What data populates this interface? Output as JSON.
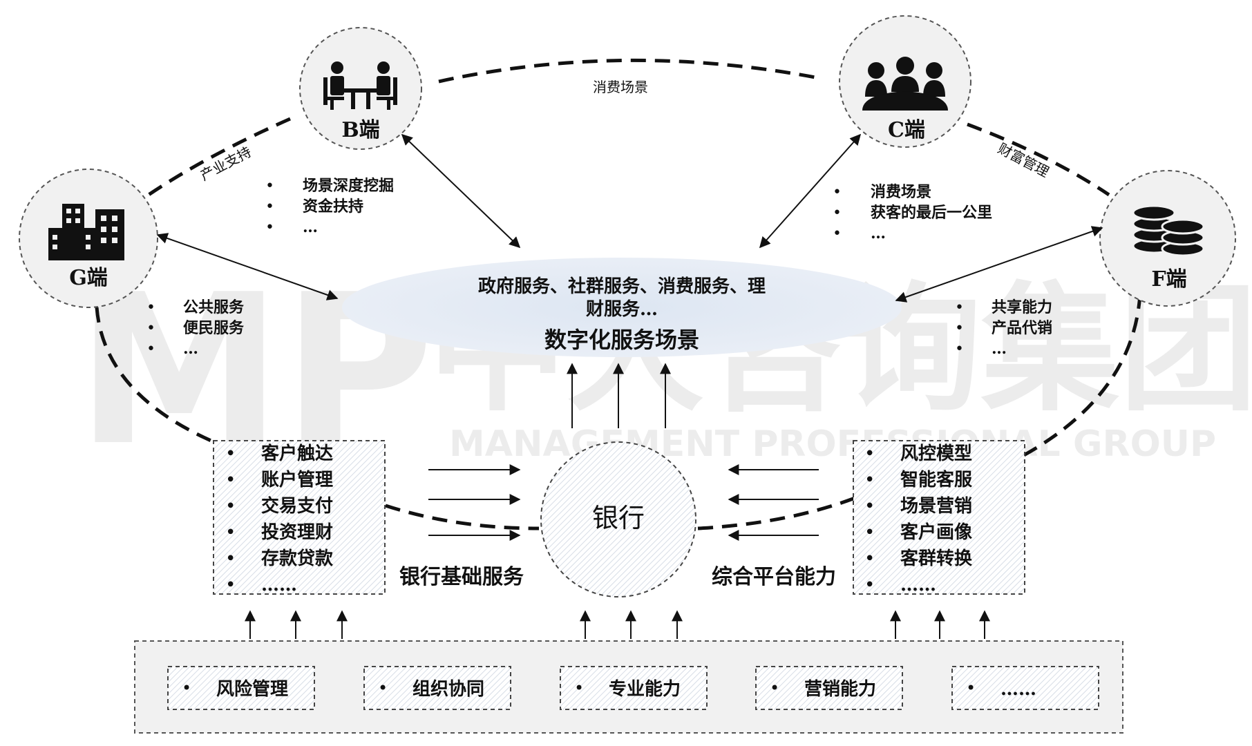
{
  "watermark": {
    "logo": "MP",
    "chinese": "中大咨询集团",
    "english": "MANAGEMENT PROFESSIONAL GROUP"
  },
  "nodes": {
    "b": {
      "label": "B端",
      "icon": "meeting-people-icon"
    },
    "c": {
      "label": "C端",
      "icon": "group-people-icon"
    },
    "g": {
      "label": "G端",
      "icon": "buildings-icon"
    },
    "f": {
      "label": "F端",
      "icon": "coins-icon"
    }
  },
  "edge_labels": {
    "top": "消费场景",
    "left": "产业支持",
    "right": "财富管理"
  },
  "b_list": [
    "场景深度挖掘",
    "资金扶持",
    "…"
  ],
  "c_list": [
    "消费场景",
    "获客的最后一公里",
    "…"
  ],
  "g_list": [
    "公共服务",
    "便民服务",
    "…"
  ],
  "f_list": [
    "共享能力",
    "产品代销",
    "…"
  ],
  "center": {
    "line1": "政府服务、社群服务、消费服务、理",
    "line2": "财服务…",
    "title": "数字化服务场景"
  },
  "bank": {
    "label": "银行",
    "left_caption": "银行基础服务",
    "right_caption": "综合平台能力"
  },
  "left_box": [
    "客户触达",
    "账户管理",
    "交易支付",
    "投资理财",
    "存款贷款",
    "……"
  ],
  "right_box": [
    "风控模型",
    "智能客服",
    "场景营销",
    "客户画像",
    "客群转换",
    "……"
  ],
  "bottom": [
    "风险管理",
    "组织协同",
    "专业能力",
    "营销能力",
    "……"
  ],
  "bullet": "•"
}
